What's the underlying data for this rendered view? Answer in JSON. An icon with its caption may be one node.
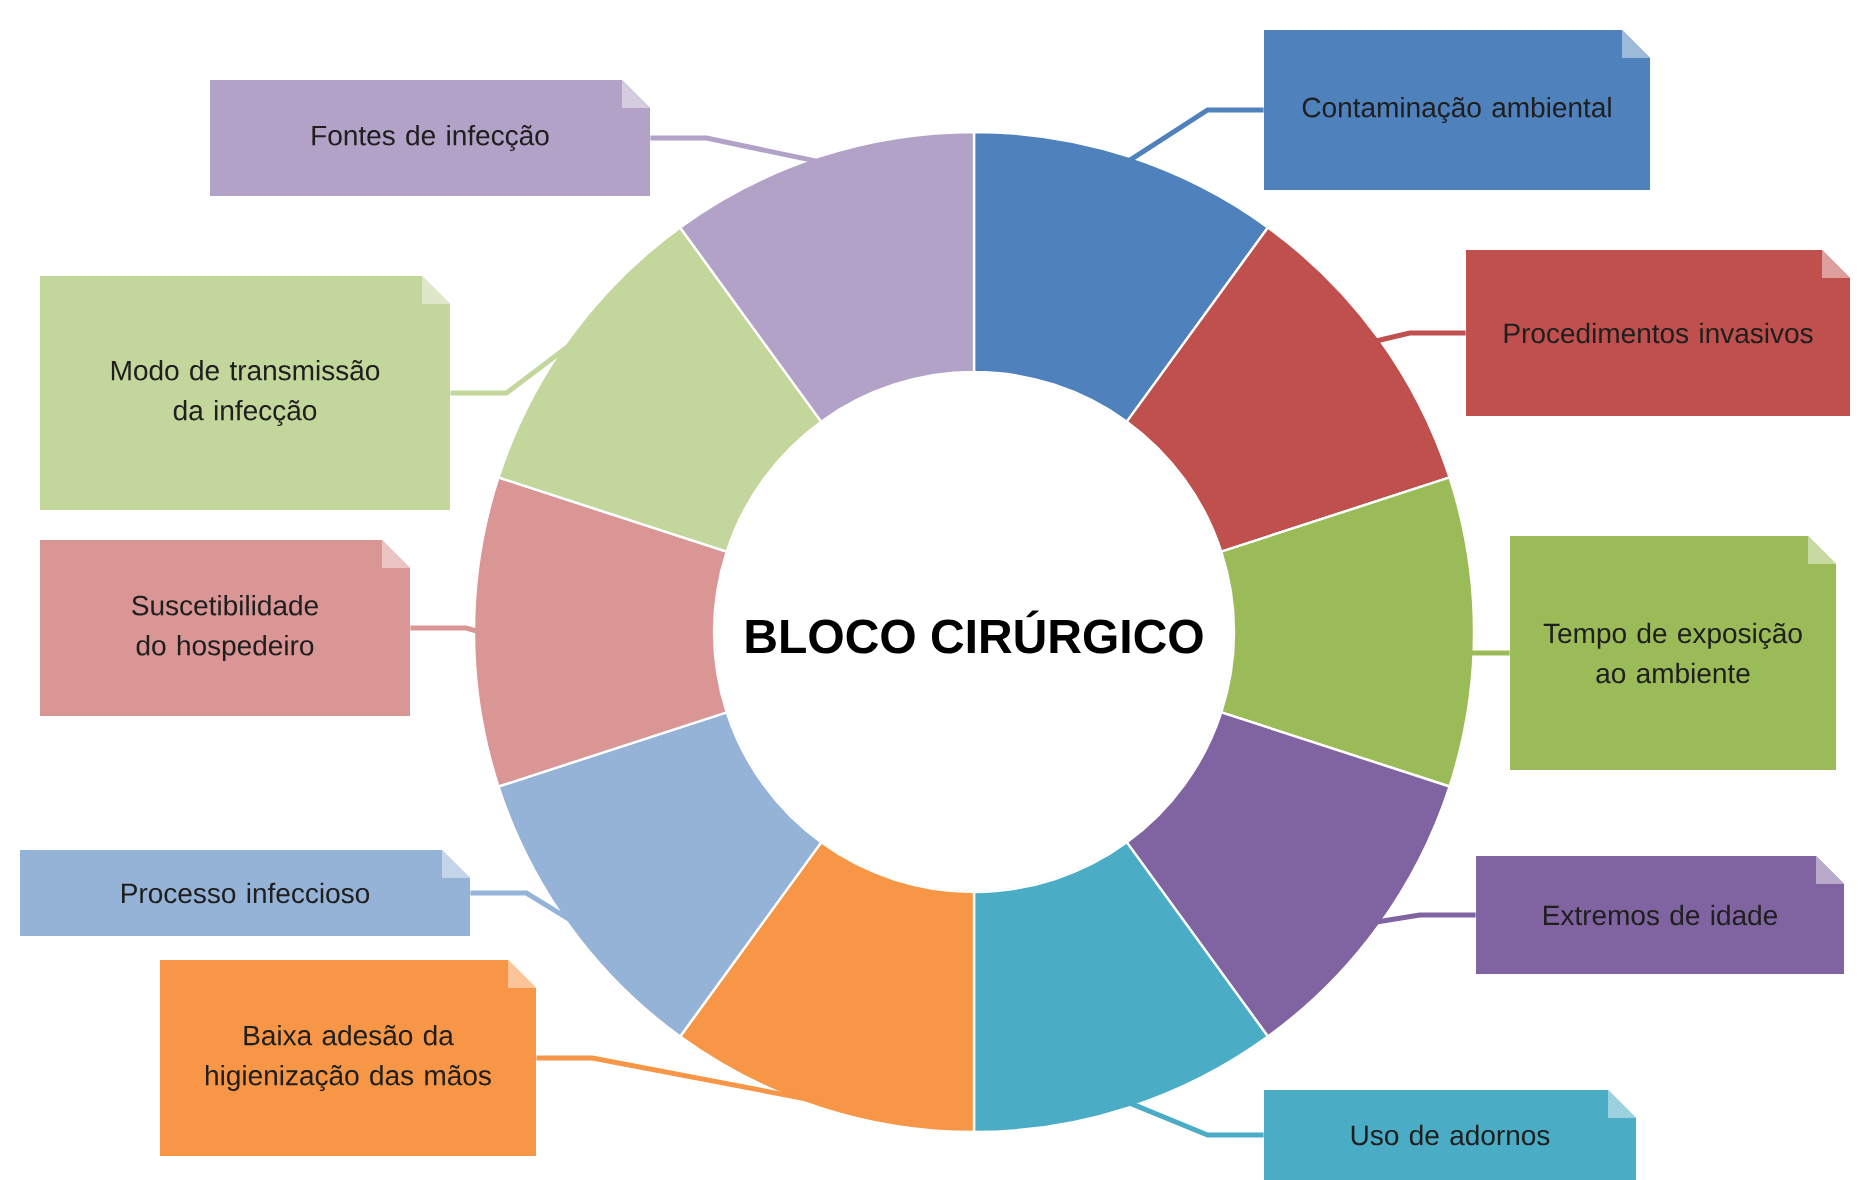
{
  "diagram": {
    "nodes": [
      {
        "text": [
          "BLOCO CIRÚRGICO"
        ]
      },
      {
        "text": [
          "Contaminação ambiental"
        ]
      },
      {
        "text": [
          "Procedimentos invasivos"
        ]
      },
      {
        "text": [
          "Tempo de exposição ao ambiente"
        ]
      },
      {
        "text": [
          "Extremos de idade"
        ]
      },
      {
        "text": [
          "Uso de adornos"
        ]
      },
      {
        "text": [
          "Baixa adesão da higienização das mãos"
        ]
      },
      {
        "text": [
          "Processo infeccioso"
        ]
      },
      {
        "text": [
          "Suscetibilidade do hospedeiro"
        ]
      },
      {
        "text": [
          "Modo de transmissão da infecção"
        ]
      },
      {
        "text": [
          "Fontes de infecção"
        ]
      },
      {
        "text": [],
        "shape": "wedge"
      },
      {
        "text": [],
        "shape": "wedge"
      },
      {
        "text": [],
        "shape": "wedge"
      },
      {
        "text": [],
        "shape": "wedge"
      },
      {
        "text": [],
        "shape": "wedge"
      },
      {
        "text": [],
        "shape": "wedge"
      },
      {
        "text": [],
        "shape": "wedge"
      },
      {
        "text": [],
        "shape": "wedge"
      },
      {
        "text": [],
        "shape": "wedge"
      },
      {
        "text": [],
        "shape": "wedge"
      }
    ],
    "edges": [
      {
        "from": 1,
        "to": 11,
        "arrow": "none",
        "color": "#4f81bd"
      },
      {
        "from": 2,
        "to": 12,
        "arrow": "none",
        "color": "#c0504d"
      },
      {
        "from": 3,
        "to": 13,
        "arrow": "none",
        "color": "#9bbb59"
      },
      {
        "from": 4,
        "to": 14,
        "arrow": "none",
        "color": "#8064a2"
      },
      {
        "from": 5,
        "to": 15,
        "arrow": "none",
        "color": "#4bacc6"
      },
      {
        "from": 6,
        "to": 16,
        "arrow": "none",
        "color": "#f79646"
      },
      {
        "from": 7,
        "to": 17,
        "arrow": "none",
        "color": "#95b3d7"
      },
      {
        "from": 8,
        "to": 18,
        "arrow": "none",
        "color": "#d99694"
      },
      {
        "from": 9,
        "to": 19,
        "arrow": "none",
        "color": "#c3d69b"
      },
      {
        "from": 10,
        "to": 20,
        "arrow": "none",
        "color": "#b3a2c7"
      }
    ]
  }
}
